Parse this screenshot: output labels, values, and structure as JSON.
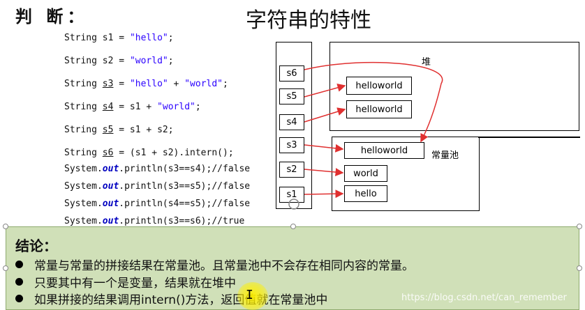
{
  "title_left": "判 断：",
  "title_main": "字符串的特性",
  "code": {
    "l1": {
      "a": "String ",
      "b": "s1",
      " c": "",
      "c": " = ",
      "d": "\"hello\"",
      "e": ";"
    },
    "l2": {
      "a": "String ",
      "b": "s2",
      "c": " = ",
      "d": "\"world\"",
      "e": ";"
    },
    "l3": {
      "a": "String ",
      "b": "s3",
      "c": " = ",
      "d": "\"hello\"",
      "f": " + ",
      "g": "\"world\"",
      "e": ";"
    },
    "l4": {
      "a": "String ",
      "b": "s4",
      "c": " = s1 + ",
      "d": "\"world\"",
      "e": ";"
    },
    "l5": {
      "a": "String ",
      "b": "s5",
      "c": " = s1 + s2;"
    },
    "l6": {
      "a": "String ",
      "b": "s6",
      "c": " = (s1 + s2).intern();"
    },
    "p1": {
      "a": "System.",
      "b": "out",
      "c": ".println(s3==s4);//false"
    },
    "p2": {
      "a": "System.",
      "b": "out",
      "c": ".println(s3==s5);//false"
    },
    "p3": {
      "a": "System.",
      "b": "out",
      "c": ".println(s4==s5);//false"
    },
    "p4": {
      "a": "System.",
      "b": "out",
      "c": ".println(s3==s6);//true"
    }
  },
  "stack_cells": [
    "s6",
    "s5",
    "s4",
    "s3",
    "s2",
    "s1"
  ],
  "heap_label": "堆",
  "pool_label": "常量池",
  "heap_objects": [
    "helloworld",
    "helloworld"
  ],
  "pool_objects": [
    "helloworld",
    "world",
    "hello"
  ],
  "conclusion": {
    "title": "结论：",
    "b1": "常量与常量的拼接结果在常量池。且常量池中不会存在相同内容的常量。",
    "b2": "只要其中有一个是变量，结果就在堆中",
    "b3": "如果拼接的结果调用intern()方法，返回值就在常量池中"
  },
  "watermark": "https://blog.csdn.net/can_remember",
  "colors": {
    "arrow": "#e03030",
    "panel": "#d0e0b8",
    "string": "#2a00ff"
  }
}
